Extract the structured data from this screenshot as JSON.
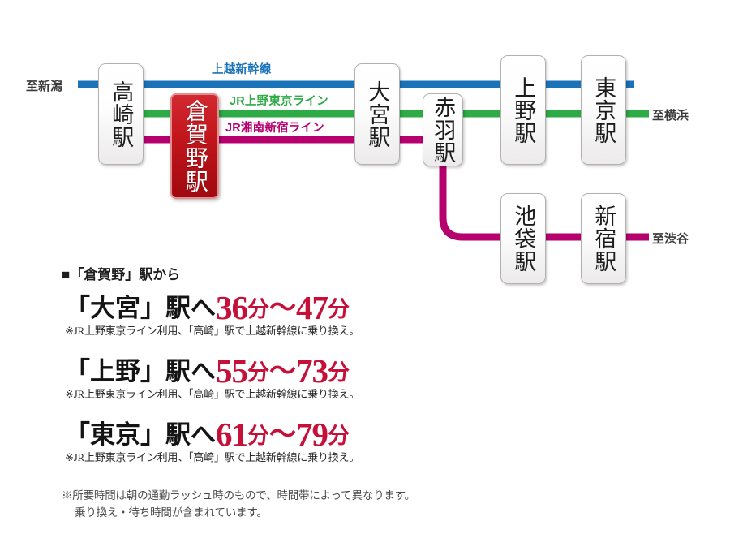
{
  "map": {
    "lines": [
      {
        "id": "shinkansen",
        "label": "上越新幹線",
        "color": "#1a73b8"
      },
      {
        "id": "ueno-tokyo",
        "label": "JR上野東京ライン",
        "color": "#2eaa46"
      },
      {
        "id": "shonan",
        "label": "JR湘南新宿ライン",
        "color": "#b5006e"
      }
    ],
    "stations": [
      {
        "id": "takasaki",
        "name": "高崎駅",
        "current": false
      },
      {
        "id": "kuragano",
        "name": "倉賀野駅",
        "current": true
      },
      {
        "id": "omiya",
        "name": "大宮駅",
        "current": false
      },
      {
        "id": "akabane",
        "name": "赤羽駅",
        "current": false
      },
      {
        "id": "ueno",
        "name": "上野駅",
        "current": false
      },
      {
        "id": "tokyo",
        "name": "東京駅",
        "current": false
      },
      {
        "id": "ikebukuro",
        "name": "池袋駅",
        "current": false
      },
      {
        "id": "shinjuku",
        "name": "新宿駅",
        "current": false
      }
    ],
    "termini": [
      {
        "id": "niigata",
        "label": "至新潟"
      },
      {
        "id": "yokohama",
        "label": "至横浜"
      },
      {
        "id": "shibuya",
        "label": "至渋谷"
      }
    ]
  },
  "info": {
    "heading_mark": "■",
    "heading": "「倉賀野」駅から",
    "routes": [
      {
        "dest_prefix": "「大宮」駅へ",
        "min_low": "36",
        "unit_low": "分",
        "tilde": "～",
        "min_high": "47",
        "unit_high": "分",
        "note": "※JR上野東京ライン利用、「高崎」駅で上越新幹線に乗り換え。"
      },
      {
        "dest_prefix": "「上野」駅へ",
        "min_low": "55",
        "unit_low": "分",
        "tilde": "～",
        "min_high": "73",
        "unit_high": "分",
        "note": "※JR上野東京ライン利用、「高崎」駅で上越新幹線に乗り換え。"
      },
      {
        "dest_prefix": "「東京」駅へ",
        "min_low": "61",
        "unit_low": "分",
        "tilde": "～",
        "min_high": "79",
        "unit_high": "分",
        "note": "※JR上野東京ライン利用、「高崎」駅で上越新幹線に乗り換え。"
      }
    ],
    "footnote_line1": "※所要時間は朝の通勤ラッシュ時のもので、時間帯によって異なります。",
    "footnote_line2": "乗り換え・待ち時間が含まれています。"
  }
}
